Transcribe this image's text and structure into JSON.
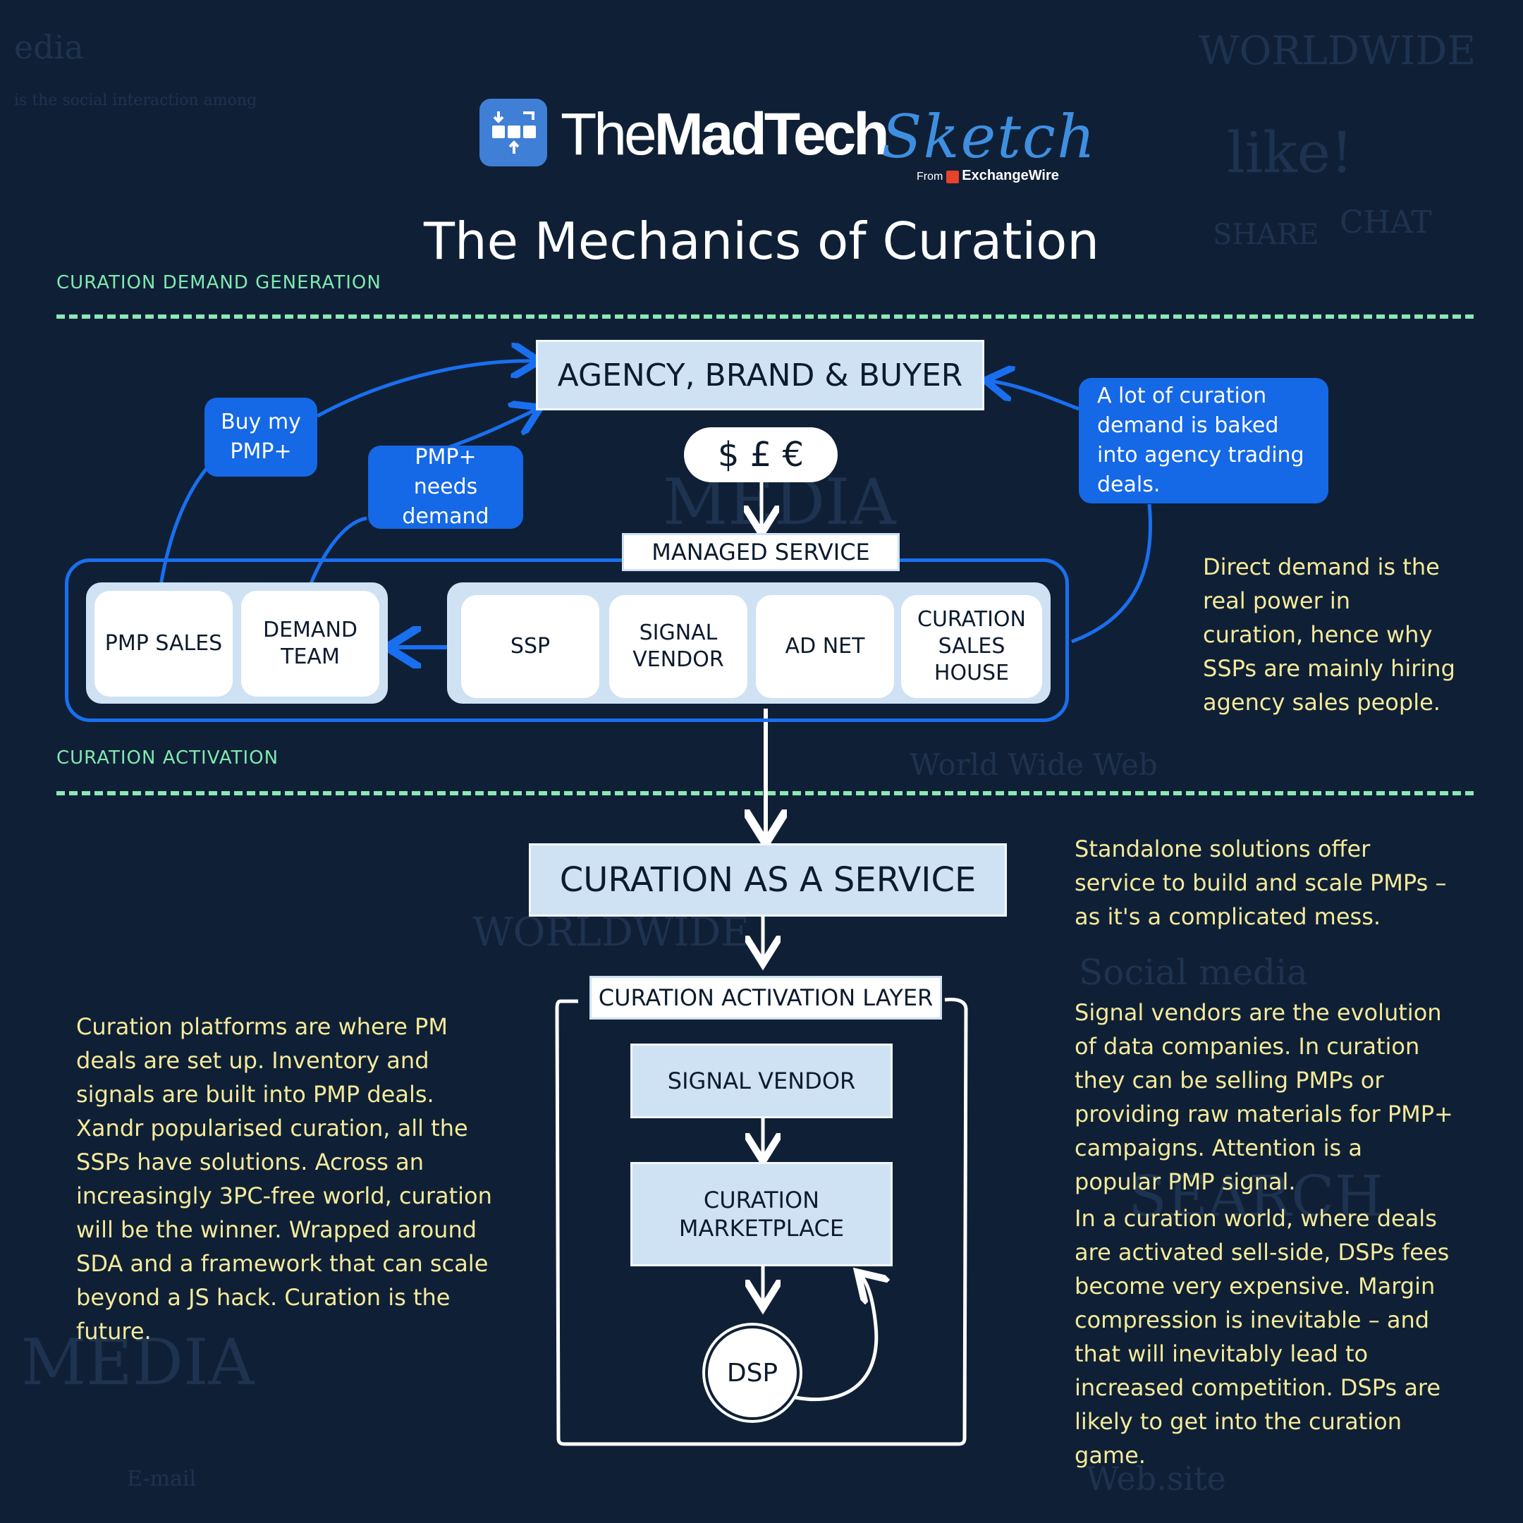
{
  "brand": {
    "name_light": "The",
    "name_bold": "MadTech",
    "name_script": "Sketch",
    "from_label": "From",
    "publisher": "ExchangeWire"
  },
  "title": "The Mechanics of Curation",
  "sections": {
    "demand_generation": "CURATION DEMAND GENERATION",
    "activation": "CURATION ACTIVATION"
  },
  "top_box": "AGENCY, BRAND & BUYER",
  "currency": "$ £ €",
  "managed_service": {
    "label": "MANAGED SERVICE",
    "left_cards": [
      "PMP SALES",
      "DEMAND TEAM"
    ],
    "right_cards": [
      "SSP",
      "SIGNAL VENDOR",
      "AD NET",
      "CURATION SALES HOUSE"
    ]
  },
  "bubbles": {
    "buy_pmp": "Buy my PMP+",
    "pmp_needs": "PMP+ needs demand",
    "baked_in": "A lot of curation demand is baked into agency trading deals."
  },
  "caas": "CURATION AS A SERVICE",
  "activation_layer": {
    "label": "CURATION ACTIVATION LAYER",
    "signal_vendor": "SIGNAL VENDOR",
    "marketplace": "CURATION MARKETPLACE",
    "dsp": "DSP"
  },
  "notes": {
    "direct_demand": "Direct demand is the real power in curation, hence why SSPs are mainly hiring agency sales people.",
    "standalone": "Standalone solutions offer service to build and scale PMPs – as it's a complicated mess.",
    "signal_vendors": "Signal vendors are the evolution of data companies. In curation they can be selling PMPs or providing raw materials for PMP+ campaigns. Attention is a popular PMP signal.",
    "curation_world": "In a curation world, where deals are activated sell-side, DSPs fees become very expensive. Margin compression is inevitable – and that will inevitably lead to increased competition. DSPs are likely to get into the curation game.",
    "platforms": "Curation platforms are where PM deals are set up. Inventory and signals are built into PMP deals. Xandr popularised curation, all the SSPs have solutions. Across an increasingly 3PC-free world, curation will be the winner. Wrapped around SDA and a framework that can scale beyond a JS hack. Curation is the future."
  },
  "colors": {
    "background": "#0f2036",
    "accent_blue": "#1568e6",
    "light_box": "#cfe2f3",
    "section_green": "#7fe9b0",
    "note_yellow": "#f5ea9a"
  }
}
